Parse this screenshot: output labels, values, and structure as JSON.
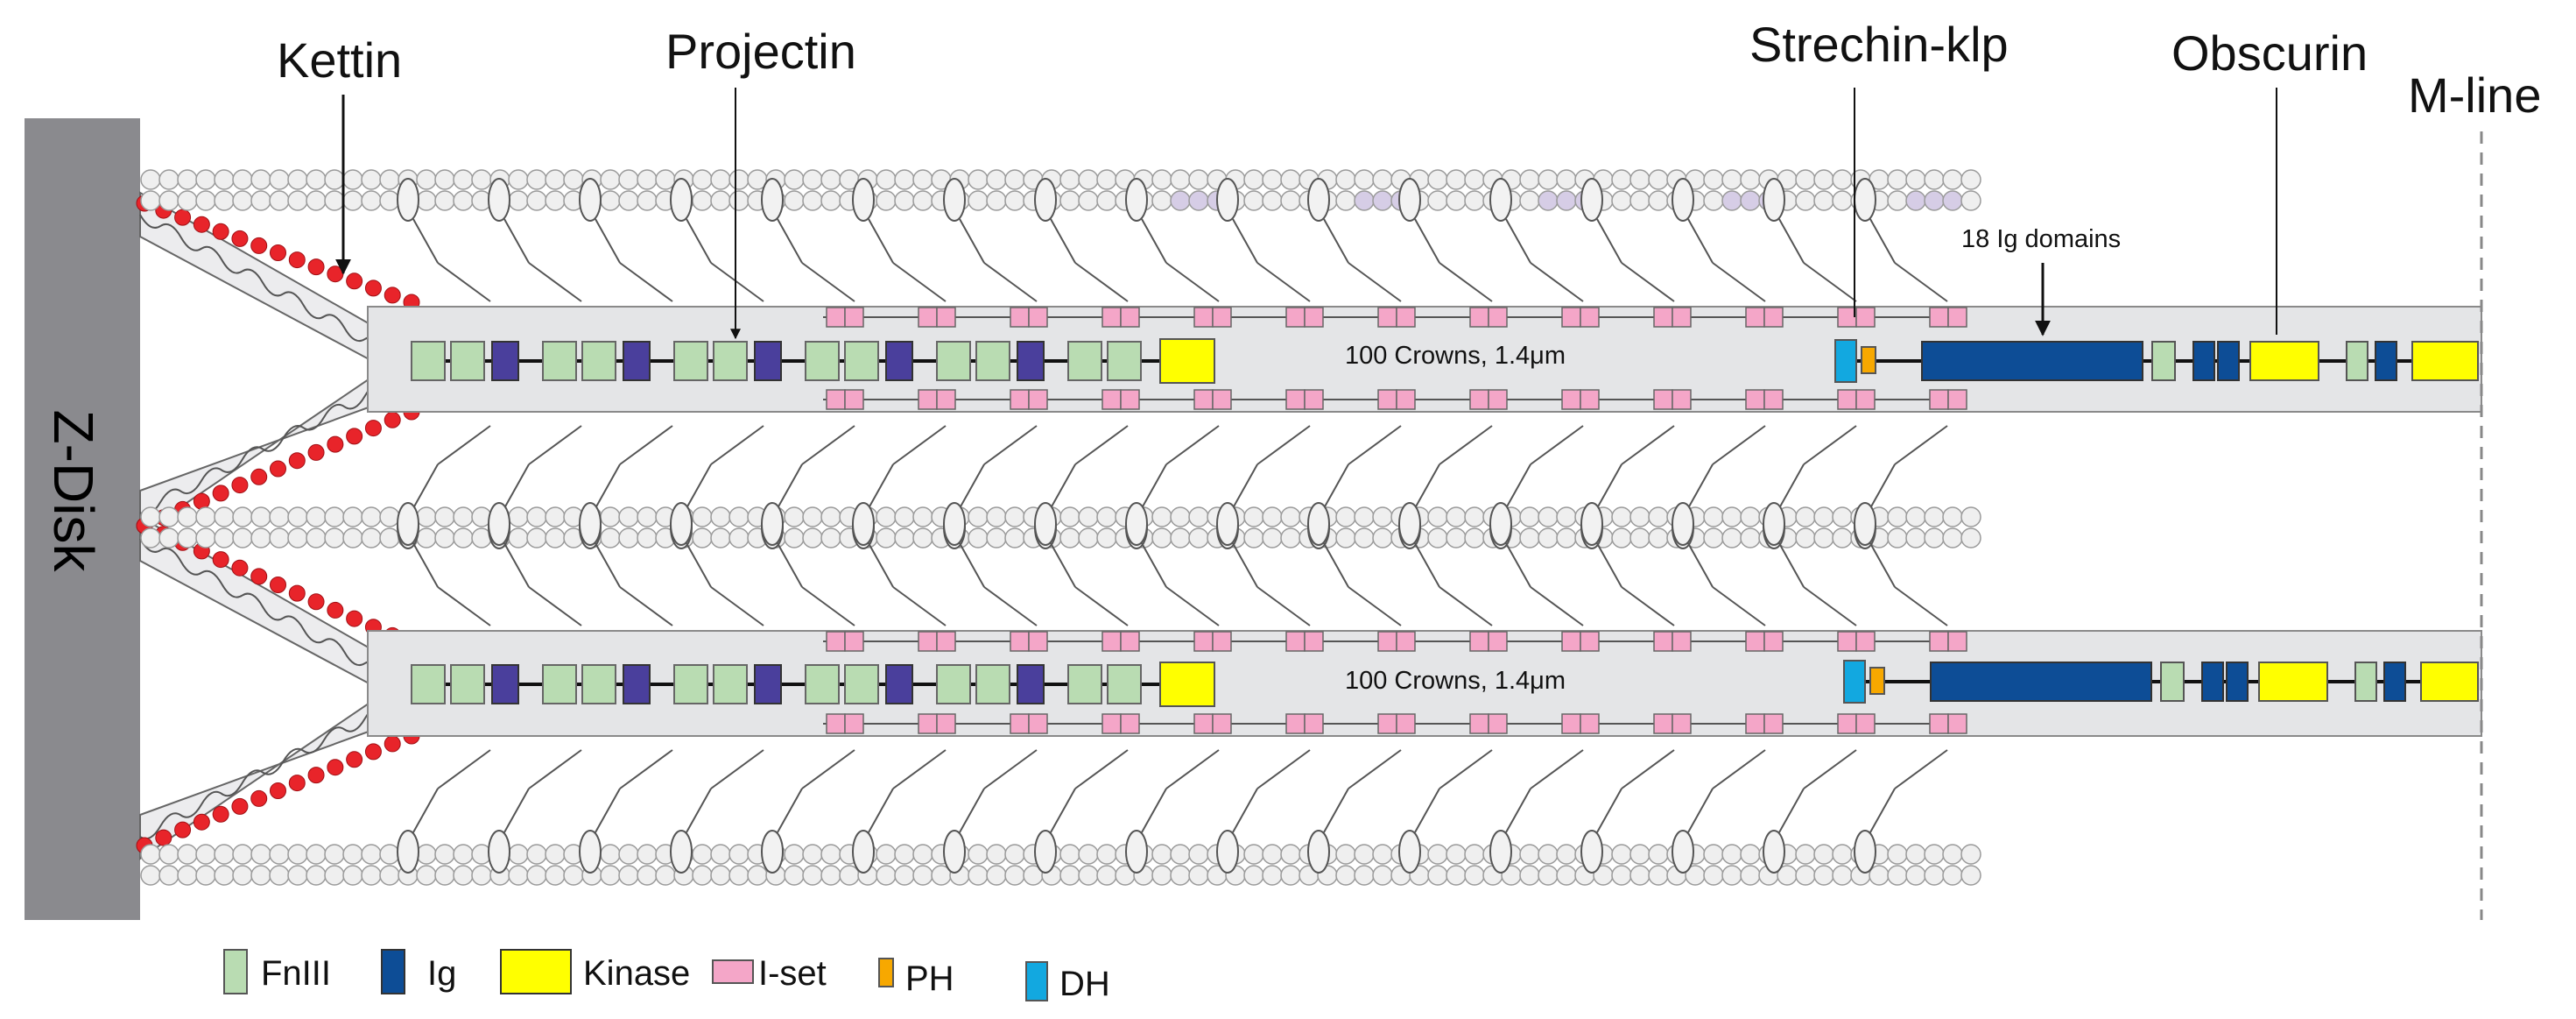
{
  "labels": {
    "zdisk": "Z-Disk",
    "kettin": "Kettin",
    "projectin": "Projectin",
    "strechin": "Strechin-klp",
    "obscurin": "Obscurin",
    "mline": "M-line",
    "ig_domains": "18 Ig domains",
    "crowns_top": "100 Crowns, 1.4μm",
    "crowns_bottom": "100 Crowns, 1.4μm"
  },
  "legend": [
    {
      "label": "FnIII",
      "color": "#b9dcb2"
    },
    {
      "label": "Ig",
      "color": "#0d4d96"
    },
    {
      "label": "Kinase",
      "color": "#ffff00"
    },
    {
      "label": "I-set",
      "color": "#f4a6c8"
    },
    {
      "label": "PH",
      "color": "#f7a800"
    },
    {
      "label": "DH",
      "color": "#12a8e0"
    }
  ],
  "colors": {
    "zdisk": "#8a8a8e",
    "filament": "#e4e5e7",
    "projectin_ig": "#4a3f9c",
    "kettin_bead": "#e8242a",
    "actin_bead": "#efefef",
    "actin_bead_alt": "#d6cde6"
  }
}
